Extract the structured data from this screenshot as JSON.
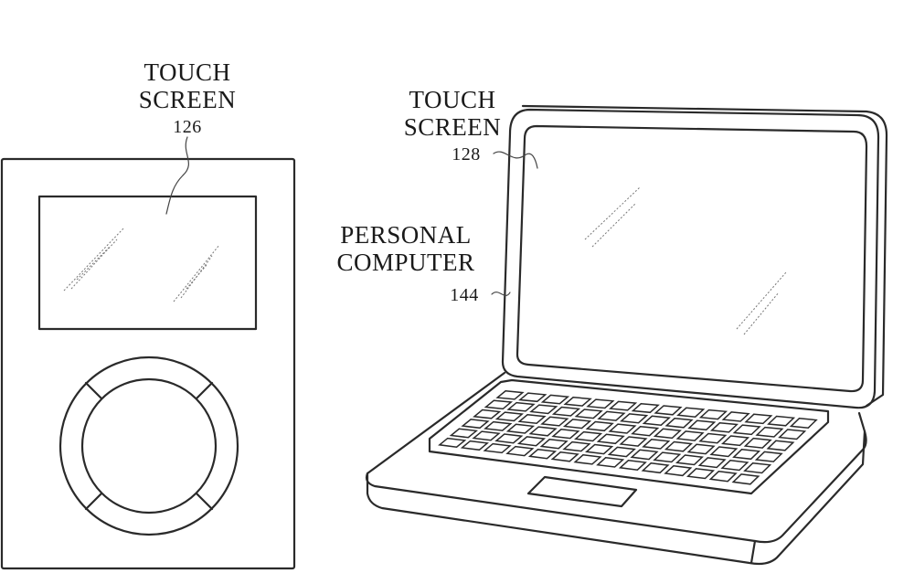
{
  "labels": {
    "device_touch_screen_line1": "TOUCH",
    "device_touch_screen_line2": "SCREEN",
    "device_touch_screen_ref": "126",
    "laptop_touch_screen_line1": "TOUCH",
    "laptop_touch_screen_line2": "SCREEN",
    "laptop_touch_screen_ref": "128",
    "personal_computer_line1": "PERSONAL",
    "personal_computer_line2": "COMPUTER",
    "personal_computer_ref": "144"
  },
  "icons": {
    "media_player": "portable-media-player-drawing",
    "laptop": "laptop-computer-drawing"
  }
}
